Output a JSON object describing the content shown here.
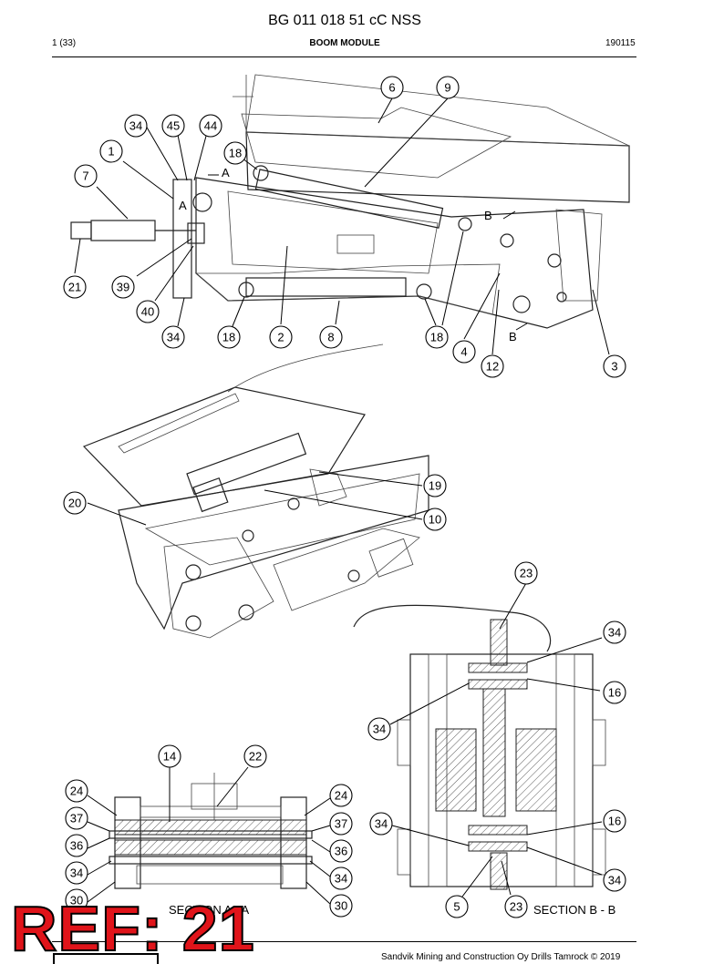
{
  "header": {
    "doc_id": "BG 011 018 51 cC NSS",
    "page": "1 (33)",
    "title": "BOOM MODULE",
    "date_code": "190115"
  },
  "footer": {
    "copyright": "Sandvik Mining and Construction Oy Drills Tamrock © 2019"
  },
  "ref_stamp": "REF: 21",
  "views": {
    "section_a": "SECTION A - A",
    "section_b": "SECTION B - B",
    "cut_a": "A",
    "cut_b": "B"
  },
  "callouts": {
    "c6": "6",
    "c9": "9",
    "c34a": "34",
    "c45": "45",
    "c44": "44",
    "c1": "1",
    "c18a": "18",
    "c7": "7",
    "c21": "21",
    "c39": "39",
    "c40": "40",
    "c34b": "34",
    "c18b": "18",
    "c2": "2",
    "c8": "8",
    "c18c": "18",
    "c4": "4",
    "c12": "12",
    "c3": "3",
    "c19": "19",
    "c10": "10",
    "c20": "20",
    "c23a": "23",
    "c34c": "34",
    "c16a": "16",
    "c34d": "34",
    "c14": "14",
    "c22": "22",
    "c24a": "24",
    "c24b": "24",
    "c37a": "37",
    "c37b": "37",
    "c36a": "36",
    "c36b": "36",
    "c34e": "34",
    "c34f": "34",
    "c30a": "30",
    "c30b": "30",
    "c34g": "34",
    "c16b": "16",
    "c34h": "34",
    "c5": "5",
    "c23b": "23"
  }
}
